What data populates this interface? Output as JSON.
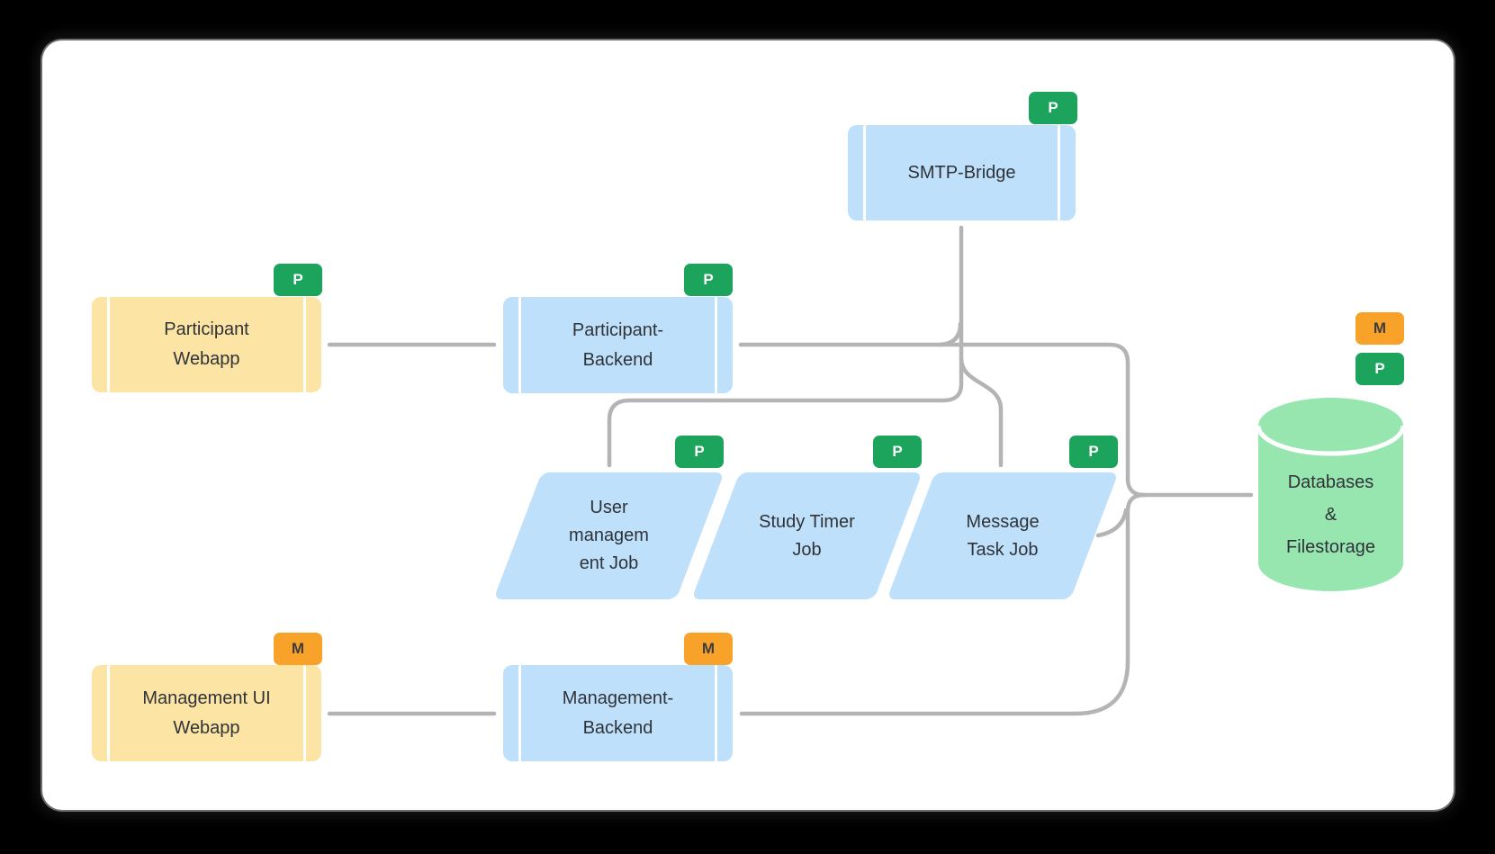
{
  "diagram_title": "",
  "colors": {
    "badge_p": "#1ca45c",
    "badge_m": "#f8a22a",
    "component_blue": "#bee0fa",
    "webapp_yellow": "#fce4a4",
    "datastore_green": "#97e6b0",
    "connector_gray": "#b4b4b4",
    "card_background": "#ffffff",
    "page_background": "#000000",
    "label_text": "#2f3338"
  },
  "nodes": {
    "participant_webapp": {
      "label": "Participant\nWebapp",
      "badge": "P",
      "type": "webapp"
    },
    "participant_backend": {
      "label": "Participant-\nBackend",
      "badge": "P",
      "type": "component"
    },
    "smtp_bridge": {
      "label": "SMTP-Bridge",
      "badge": "P",
      "type": "component"
    },
    "user_management_job": {
      "label": "User\nmanagem\nent Job",
      "badge": "P",
      "type": "job"
    },
    "study_timer_job": {
      "label": "Study Timer\nJob",
      "badge": "P",
      "type": "job"
    },
    "message_task_job": {
      "label": "Message\nTask Job",
      "badge": "P",
      "type": "job"
    },
    "management_ui_webapp": {
      "label": "Management UI\nWebapp",
      "badge": "M",
      "type": "webapp"
    },
    "management_backend": {
      "label": "Management-\nBackend",
      "badge": "M",
      "type": "component"
    },
    "databases": {
      "label": "Databases\n&\nFilestorage",
      "badges": [
        "M",
        "P"
      ],
      "type": "datastore"
    }
  },
  "edges": [
    {
      "from": "participant_webapp",
      "to": "participant_backend"
    },
    {
      "from": "participant_backend",
      "to": "smtp_bridge"
    },
    {
      "from": "participant_backend",
      "to": "user_management_job"
    },
    {
      "from": "participant_backend",
      "to": "message_task_job"
    },
    {
      "from": "participant_backend",
      "to": "databases"
    },
    {
      "from": "message_task_job",
      "to": "databases"
    },
    {
      "from": "management_ui_webapp",
      "to": "management_backend"
    },
    {
      "from": "management_backend",
      "to": "databases"
    }
  ]
}
